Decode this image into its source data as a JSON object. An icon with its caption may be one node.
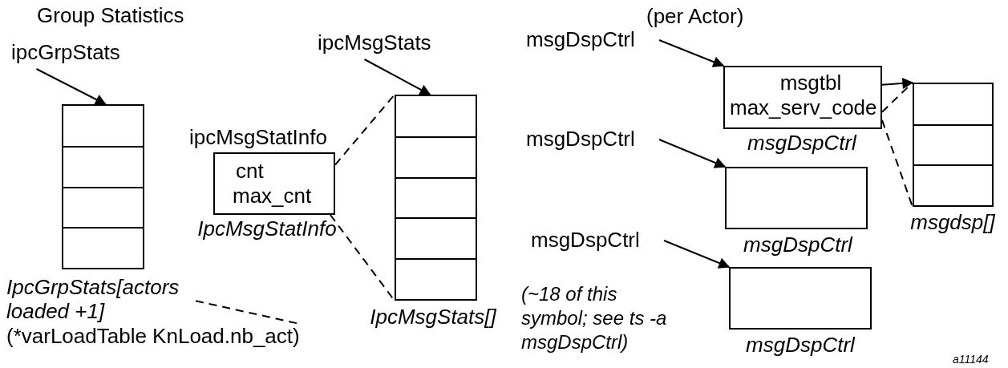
{
  "diagram": {
    "title": "Group Statistics",
    "nodes": [
      {
        "text": [
          "ipcGrpStats"
        ]
      },
      {
        "text": [],
        "shape": "box"
      },
      {
        "text": [
          "IpcGrpStats[actors loaded +1]"
        ]
      },
      {
        "text": [
          "(*varLoadTable KnLoad.nb_act)"
        ]
      },
      {
        "text": [
          "ipcMsgStats"
        ]
      },
      {
        "text": [
          "ipcMsgStatInfo",
          "cnt",
          "max_cnt"
        ],
        "beside": [
          "IpcMsgStatInfo"
        ]
      },
      {
        "text": [],
        "shape": "box",
        "beside": [
          "IpcMsgStats[]"
        ]
      },
      {
        "text": [
          "msgDspCtrl"
        ]
      },
      {
        "text": [
          "msgtbl",
          "max_serv_code"
        ],
        "beside": [
          "msgDspCtrl"
        ]
      },
      {
        "text": [
          "msgDspCtrl"
        ]
      },
      {
        "text": [],
        "shape": "box",
        "beside": [
          "msgDspCtrl"
        ]
      },
      {
        "text": [
          "msgDspCtrl"
        ]
      },
      {
        "text": [],
        "shape": "box",
        "beside": [
          "msgDspCtrl"
        ]
      },
      {
        "text": [],
        "shape": "box",
        "beside": [
          "msgdsp[]"
        ]
      }
    ],
    "edges": [
      {
        "from": 0,
        "to": 1,
        "arrow": "to"
      },
      {
        "from": 2,
        "to": 3,
        "arrow": "none",
        "style": "dashed"
      },
      {
        "from": 4,
        "to": 6,
        "arrow": "to"
      },
      {
        "from": 5,
        "to": 6,
        "arrow": "none",
        "style": "dashed"
      },
      {
        "from": 5,
        "to": 6,
        "arrow": "none",
        "style": "dashed"
      },
      {
        "from": 7,
        "to": 8,
        "arrow": "to"
      },
      {
        "from": 8,
        "to": 13,
        "arrow": "to"
      },
      {
        "from": 8,
        "to": 13,
        "arrow": "none",
        "style": "dashed"
      },
      {
        "from": 8,
        "to": 13,
        "arrow": "none",
        "style": "dashed"
      },
      {
        "from": 9,
        "to": 10,
        "arrow": "to"
      },
      {
        "from": 11,
        "to": 12,
        "arrow": "to"
      }
    ],
    "labels": [
      "(per Actor)",
      "(~18 of this symbol; see ts -a msgDspCtrl)",
      "a11144"
    ]
  }
}
